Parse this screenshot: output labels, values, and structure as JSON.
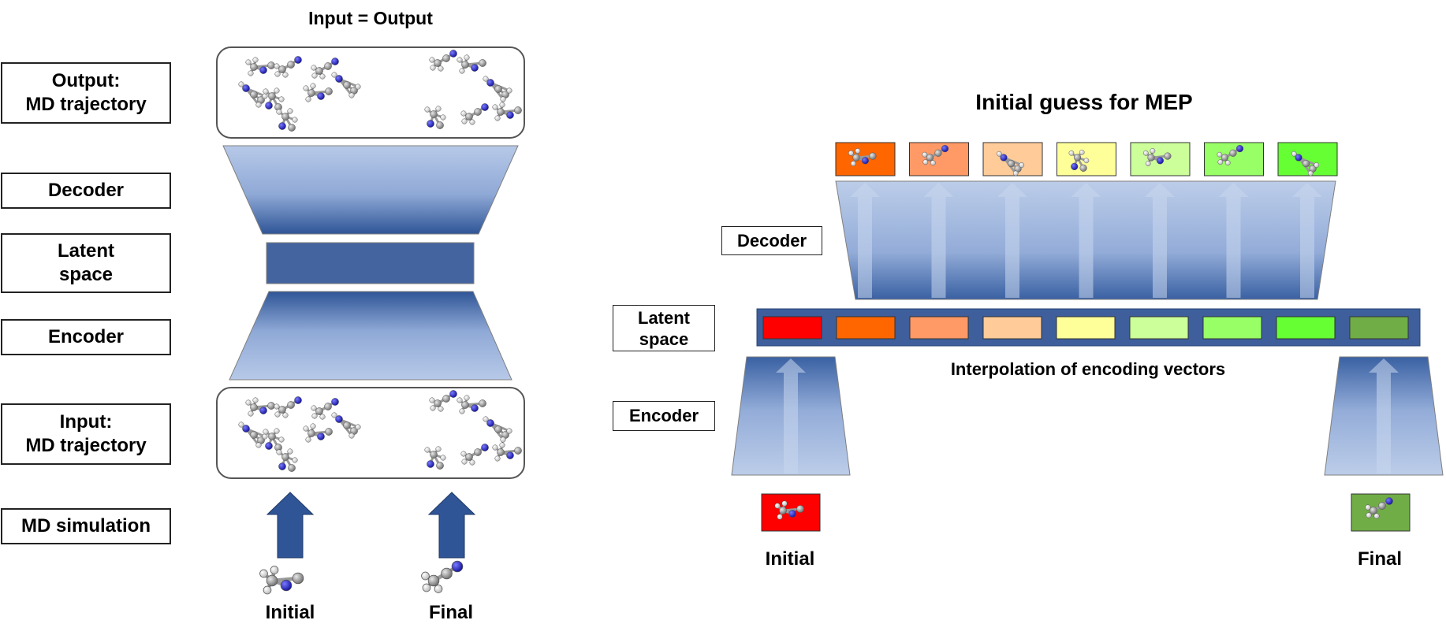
{
  "left_panel": {
    "title": "Input = Output",
    "labels": {
      "output": "Output:\nMD trajectory",
      "decoder": "Decoder",
      "latent": "Latent\nspace",
      "encoder": "Encoder",
      "input": "Input:\nMD trajectory",
      "md_simulation": "MD simulation"
    },
    "initial_label": "Initial",
    "final_label": "Final",
    "colors": {
      "arrow": "#2f5597",
      "latent_block": "#4464a0",
      "trap_dark": "#2f5597",
      "trap_light": "#b4c7e7"
    }
  },
  "right_panel": {
    "title": "Initial guess for MEP",
    "labels": {
      "decoder": "Decoder",
      "latent": "Latent\nspace",
      "encoder": "Encoder"
    },
    "interpolation_caption": "Interpolation of encoding vectors",
    "initial_label": "Initial",
    "final_label": "Final",
    "latent_cells": [
      "#ff0000",
      "#ff6600",
      "#ff9966",
      "#ffcc99",
      "#ffff99",
      "#ccff99",
      "#99ff66",
      "#66ff33",
      "#70ad47"
    ],
    "output_cells": [
      "#ff6600",
      "#ff9966",
      "#ffcc99",
      "#ffff99",
      "#ccff99",
      "#99ff66",
      "#66ff33"
    ],
    "initial_color": "#ff0000",
    "final_color": "#70ad47"
  },
  "molecule_colors": {
    "carbon": "#8c8c8c",
    "nitrogen": "#1f1fd6",
    "hydrogen": "#f2f2f2"
  }
}
